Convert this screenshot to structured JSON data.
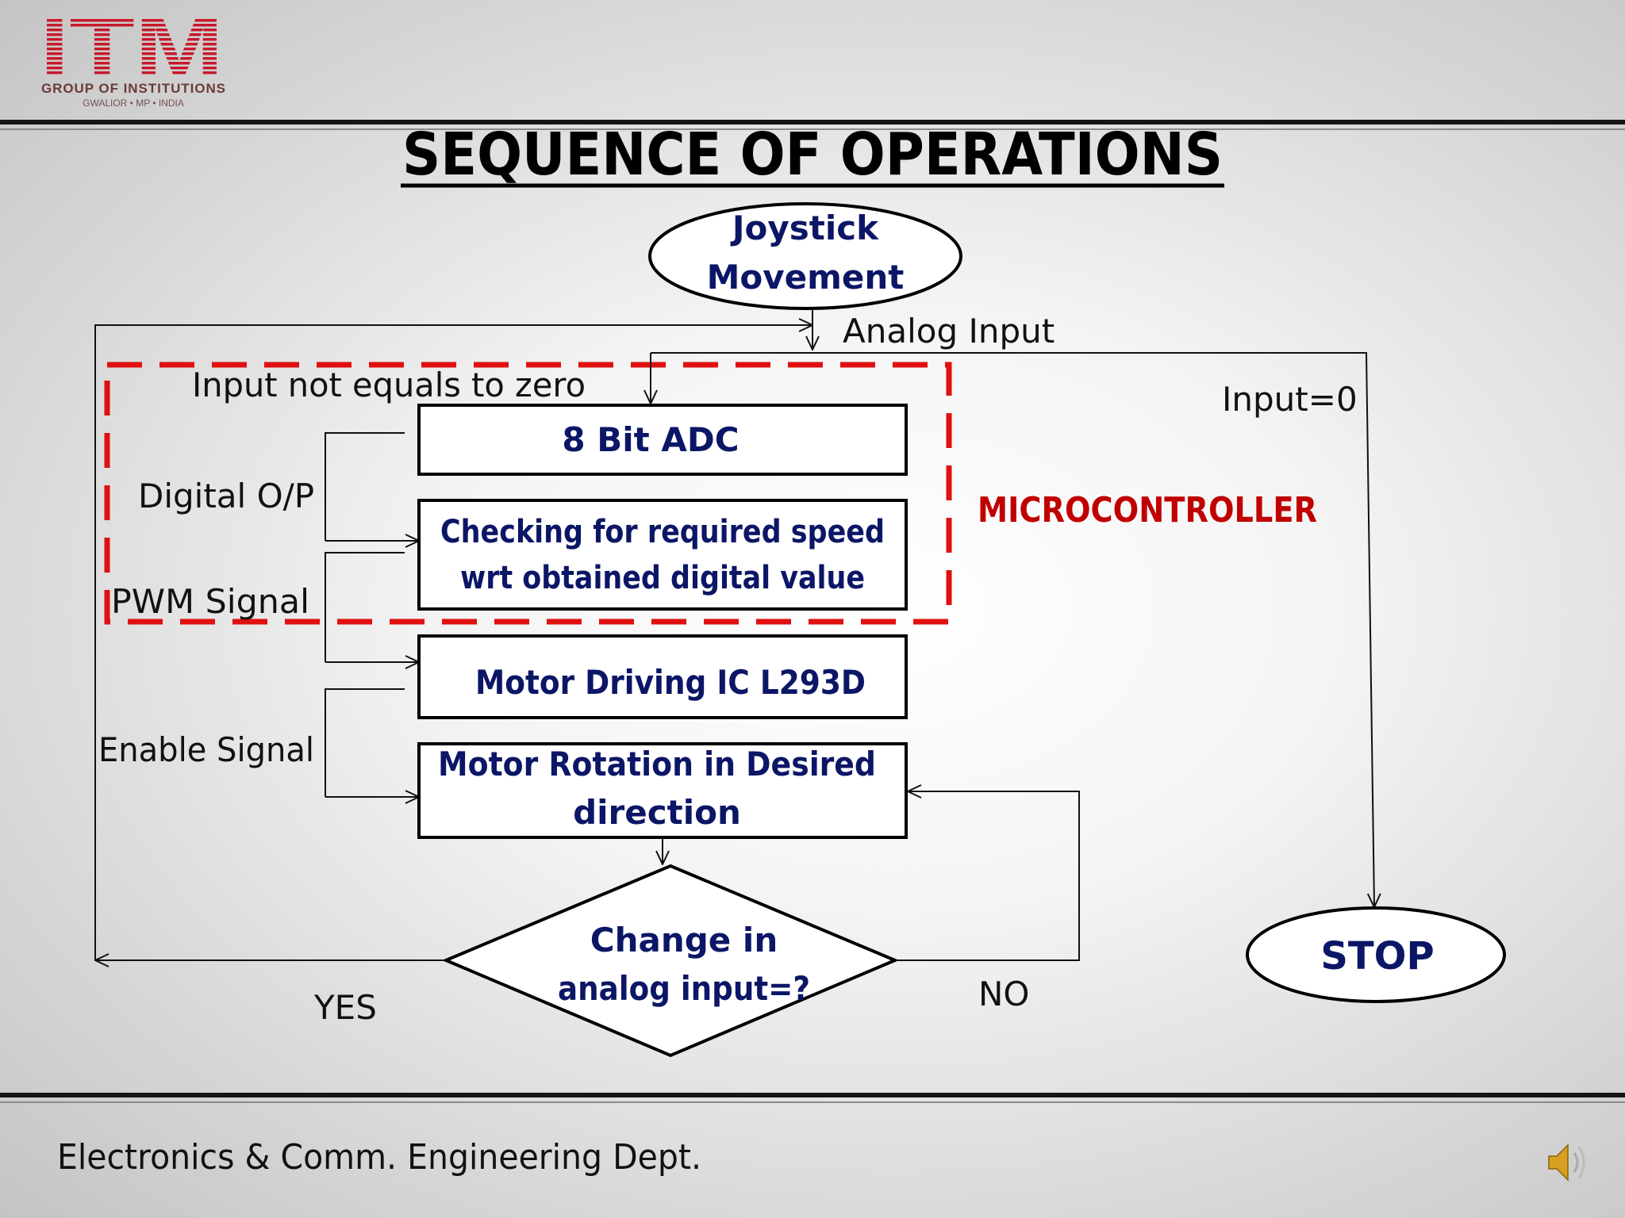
{
  "logo": {
    "brand": "ITM",
    "line1": "GROUP OF INSTITUTIONS",
    "line2": "GWALIOR • MP • INDIA"
  },
  "title": "SEQUENCE OF OPERATIONS",
  "nodes": {
    "start": {
      "line1": "Joystick",
      "line2": "Movement"
    },
    "adc": "8 Bit ADC",
    "check": {
      "line1": "Checking for required speed",
      "line2": "wrt obtained digital value"
    },
    "driver": "Motor Driving IC L293D",
    "rotation": {
      "line1": "Motor Rotation in Desired",
      "line2": "direction"
    },
    "decision": {
      "line1": "Change in",
      "line2": "analog input=?"
    },
    "stop": "STOP"
  },
  "labels": {
    "analog_input": "Analog Input",
    "input_nonzero": "Input not equals to zero",
    "input_zero": "Input=0",
    "digital_op": "Digital O/P",
    "pwm_signal": "PWM Signal",
    "enable_signal": "Enable Signal",
    "yes": "YES",
    "no": "NO",
    "microcontroller": "MICROCONTROLLER"
  },
  "footer": "Electronics & Comm. Engineering Dept.",
  "colors": {
    "node_text": "#0c1666",
    "microcontroller": "#c00000",
    "dashed_box": "#e01010",
    "logo": "#c8182a"
  },
  "icons": {
    "speaker": "speaker-icon"
  }
}
